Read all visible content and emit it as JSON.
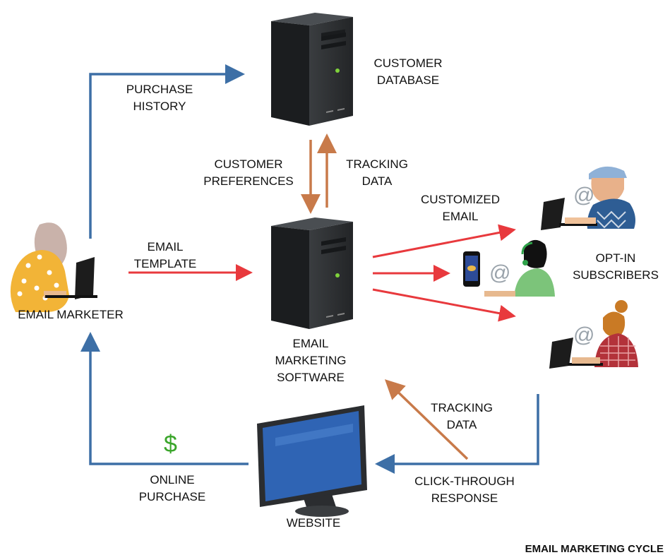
{
  "title": "EMAIL MARKETING CYCLE",
  "nodes": {
    "marketer": "EMAIL MARKETER",
    "database": [
      "CUSTOMER",
      "DATABASE"
    ],
    "software": [
      "EMAIL",
      "MARKETING",
      "SOFTWARE"
    ],
    "subscribers": [
      "OPT-IN",
      "SUBSCRIBERS"
    ],
    "website": "WEBSITE"
  },
  "flows": {
    "purchase_history": [
      "PURCHASE",
      "HISTORY"
    ],
    "customer_preferences": [
      "CUSTOMER",
      "PREFERENCES"
    ],
    "tracking_data_top": [
      "TRACKING",
      "DATA"
    ],
    "email_template": [
      "EMAIL",
      "TEMPLATE"
    ],
    "customized_email": [
      "CUSTOMIZED",
      "EMAIL"
    ],
    "tracking_data_bottom": [
      "TRACKING",
      "DATA"
    ],
    "click_through": [
      "CLICK-THROUGH",
      "RESPONSE"
    ],
    "online_purchase": [
      "ONLINE",
      "PURCHASE"
    ]
  },
  "symbols": {
    "dollar": "$",
    "at": "@"
  },
  "colors": {
    "blue_arrow": "#3d6fa6",
    "red_arrow": "#e8393d",
    "orange_arrow": "#c87a4a",
    "server": "#2f3234",
    "monitor_screen": "#2f64b4",
    "dollar": "#3aa52a"
  }
}
